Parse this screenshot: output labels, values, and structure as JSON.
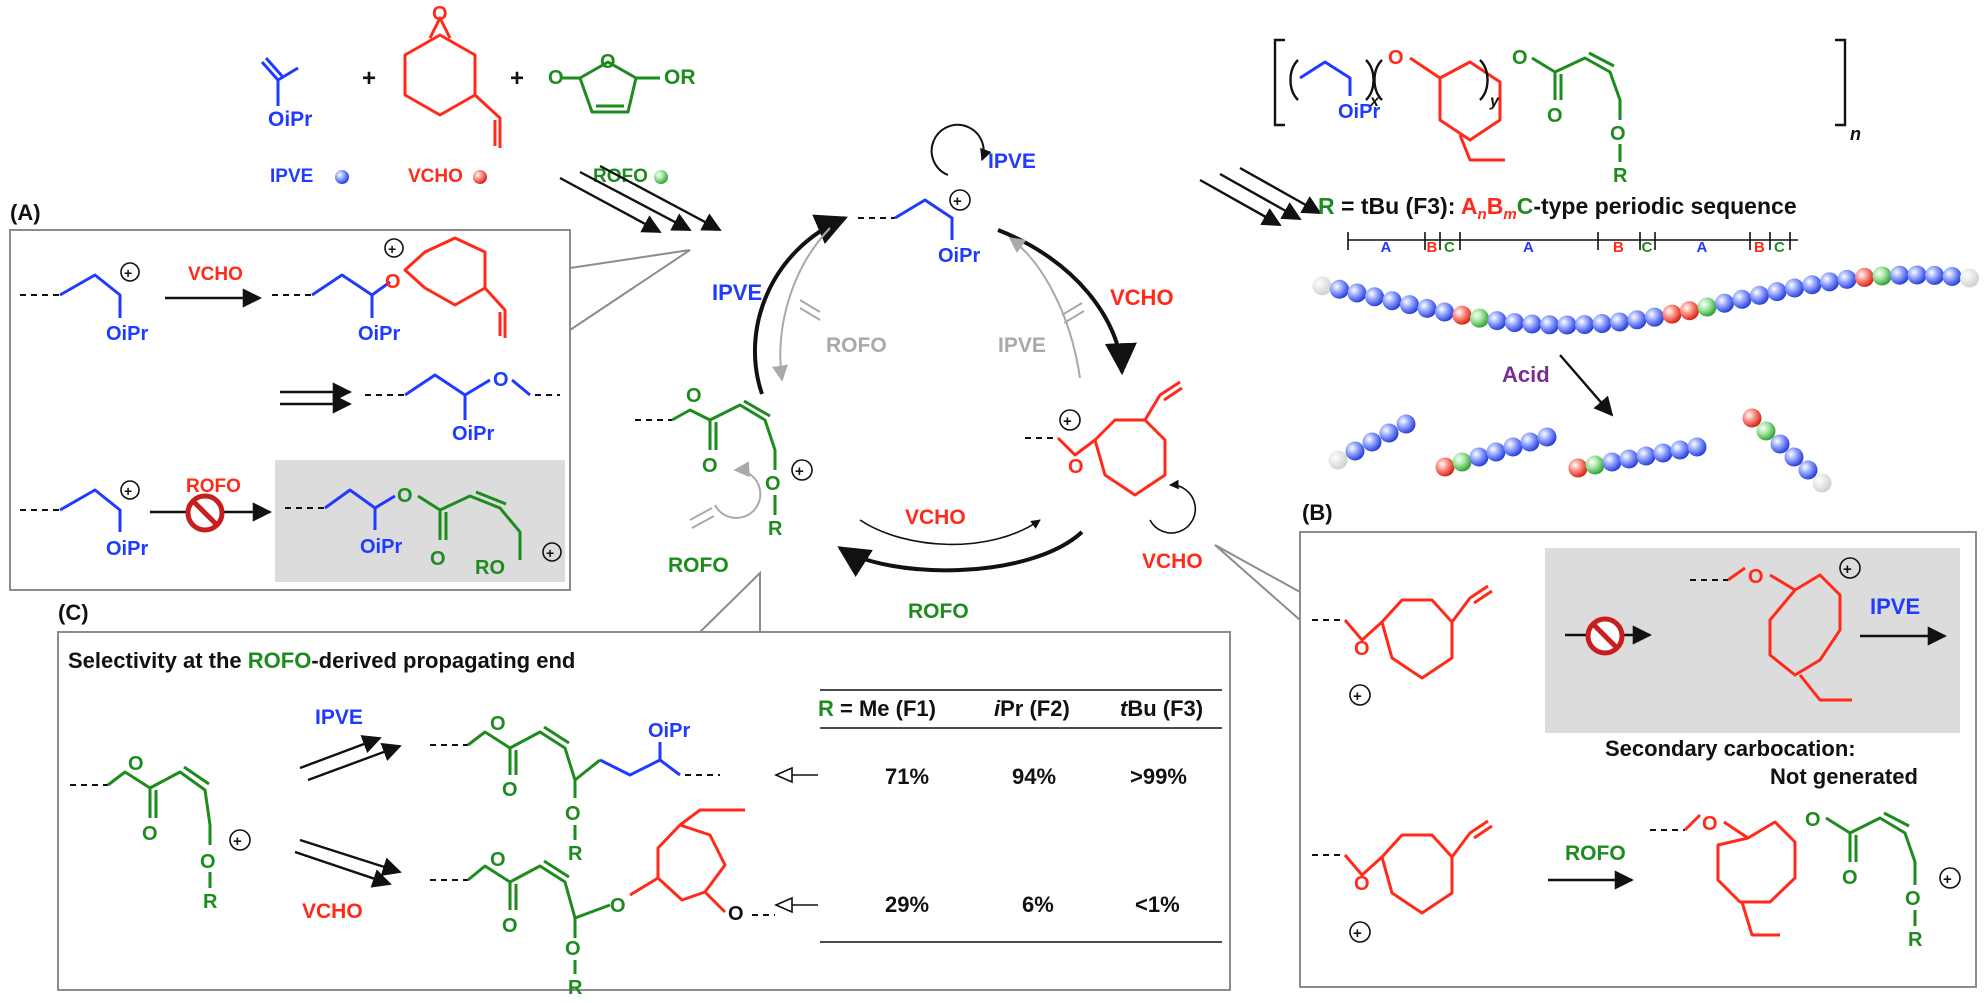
{
  "monomers": {
    "ipve_label": "IPVE",
    "vcho_label": "VCHO",
    "rofo_label": "ROFO",
    "ipve_sub": "OiPr",
    "rofo_sub": "OR",
    "plus": "+"
  },
  "panel_a": {
    "label": "(A)",
    "vcho": "VCHO",
    "rofo": "ROFO",
    "oipr": "OiPr",
    "ro": "RO",
    "o": "O"
  },
  "cycle": {
    "ipve_top": "IPVE",
    "ipve_left": "IPVE",
    "vcho_right": "VCHO",
    "vcho_self": "VCHO",
    "vcho_bottom": "VCHO",
    "rofo_bottom": "ROFO",
    "rofo_self": "ROFO",
    "rofo_gray": "ROFO",
    "ipve_gray": "IPVE",
    "oipr": "OiPr",
    "r": "R",
    "o": "O"
  },
  "polymer": {
    "x": "x",
    "y": "y",
    "n": "n",
    "oipr": "OiPr",
    "o": "O",
    "r": "R",
    "sequence_title_r": "R",
    "sequence_title_eq": "= ",
    "sequence_title_tbu": "tBu (F3): ",
    "sequence_title_an": "A",
    "sequence_title_n": "n",
    "sequence_title_bm": "B",
    "sequence_title_m": "m",
    "sequence_title_c": "C",
    "sequence_title_rest": "-type periodic sequence",
    "segments": [
      "A",
      "B",
      "C",
      "A",
      "B",
      "C",
      "A",
      "B",
      "C"
    ],
    "acid": "Acid"
  },
  "panel_b": {
    "label": "(B)",
    "ipve": "IPVE",
    "rofo": "ROFO",
    "note_line1": "Secondary carbocation:",
    "note_line2": "Not generated"
  },
  "panel_c": {
    "label": "(C)",
    "title_pre": "Selectivity at the ",
    "title_rofo": "ROFO",
    "title_post": "-derived propagating end",
    "ipve": "IPVE",
    "vcho": "VCHO",
    "oipr": "OiPr",
    "table_headers": [
      "R = Me (F1)",
      "iPr (F2)",
      "tBu (F3)"
    ],
    "table_rows": [
      [
        "71%",
        "94%",
        ">99%"
      ],
      [
        "29%",
        "6%",
        "<1%"
      ]
    ]
  },
  "colors": {
    "ipve": "#1f3bff",
    "vcho": "#ff2a1a",
    "rofo": "#1e8b1e",
    "acid": "#7a2f8f",
    "inhibited": "#c81e1e"
  }
}
